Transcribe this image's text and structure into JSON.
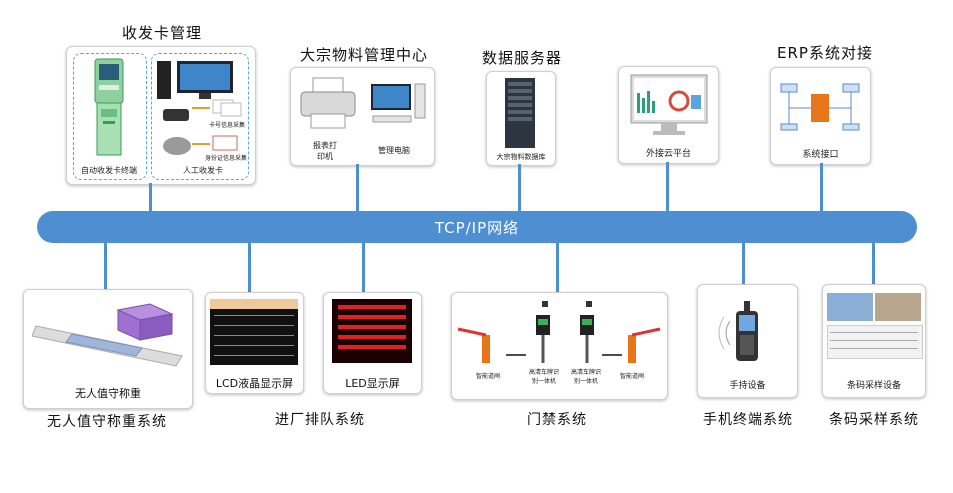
{
  "top": {
    "card_issue": {
      "title": "收发卡管理",
      "kiosk_caption": "自动收发卡终端",
      "card_reader_caption": "卡号信息采集",
      "id_reader_caption": "身份证信息采集",
      "manual_caption": "人工收发卡"
    },
    "materials_center": {
      "title": "大宗物料管理中心",
      "printer_caption": "报表打\n印机",
      "pc_caption": "管理电脑"
    },
    "data_server": {
      "title": "数据服务器",
      "caption": "大宗物料数据库"
    },
    "cloud": {
      "caption": "外接云平台"
    },
    "erp": {
      "title": "ERP系统对接",
      "caption": "系统接口"
    }
  },
  "bus": {
    "label": "TCP/IP网络"
  },
  "bottom": {
    "weighing": {
      "caption": "无人值守称重",
      "label": "无人值守称重系统"
    },
    "queue": {
      "lcd_caption": "LCD液晶显示屏",
      "led_caption": "LED显示屏",
      "label": "进厂排队系统"
    },
    "gate": {
      "left_barrier": "智能道闸",
      "left_camera": "高清车牌识\n别一体机",
      "right_camera": "高清车牌识\n别一体机",
      "right_barrier": "智能道闸",
      "label": "门禁系统"
    },
    "handheld": {
      "caption": "手持设备",
      "label": "手机终端系统"
    },
    "barcode": {
      "caption": "条码采样设备",
      "label": "条码采样系统"
    }
  },
  "colors": {
    "bus": "#4d8fd0",
    "line": "#4d8fd0",
    "dash": "#5aa4dc"
  }
}
